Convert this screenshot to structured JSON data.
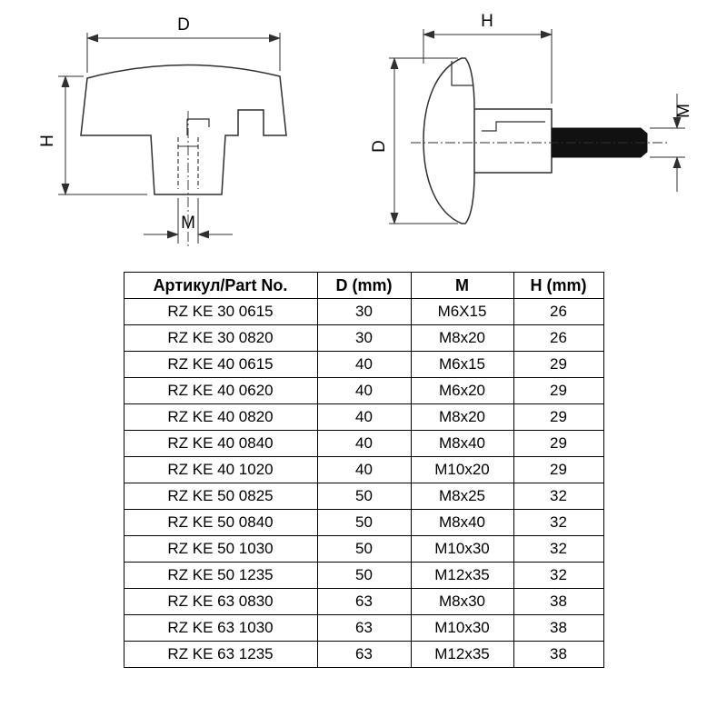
{
  "drawings": {
    "front_view": {
      "top_label": "D",
      "left_label": "H",
      "bottom_label": "M"
    },
    "side_view": {
      "top_label": "H",
      "left_label": "D",
      "right_label": "M"
    }
  },
  "table": {
    "headers": [
      "Артикул/Part No.",
      "D (mm)",
      "M",
      "H (mm)"
    ],
    "rows": [
      [
        "RZ KE 30 0615",
        "30",
        "M6X15",
        "26"
      ],
      [
        "RZ KE 30 0820",
        "30",
        "M8x20",
        "26"
      ],
      [
        "RZ KE 40 0615",
        "40",
        "M6x15",
        "29"
      ],
      [
        "RZ KE 40 0620",
        "40",
        "M6x20",
        "29"
      ],
      [
        "RZ KE 40 0820",
        "40",
        "M8x20",
        "29"
      ],
      [
        "RZ KE 40 0840",
        "40",
        "M8x40",
        "29"
      ],
      [
        "RZ KE 40 1020",
        "40",
        "M10x20",
        "29"
      ],
      [
        "RZ KE 50 0825",
        "50",
        "M8x25",
        "32"
      ],
      [
        "RZ KE 50 0840",
        "50",
        "M8x40",
        "32"
      ],
      [
        "RZ KE 50 1030",
        "50",
        "M10x30",
        "32"
      ],
      [
        "RZ KE 50 1235",
        "50",
        "M12x35",
        "32"
      ],
      [
        "RZ KE 63 0830",
        "63",
        "M8x30",
        "38"
      ],
      [
        "RZ KE 63 1030",
        "63",
        "M10x30",
        "38"
      ],
      [
        "RZ KE 63 1235",
        "63",
        "M12x35",
        "38"
      ]
    ]
  }
}
